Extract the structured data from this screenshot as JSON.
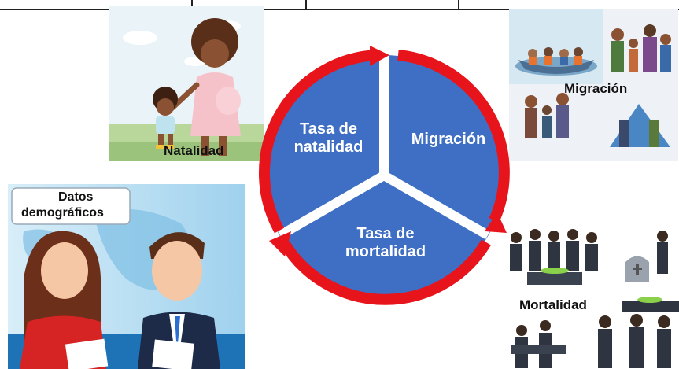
{
  "labels": {
    "natalidad": "Natalidad",
    "migracion": "Migración",
    "mortalidad": "Mortalidad",
    "datos_line1": "Datos",
    "datos_line2": "demográficos"
  },
  "cycle": {
    "segment_natalidad_line1": "Tasa de",
    "segment_natalidad_line2": "natalidad",
    "segment_migracion": "Migración",
    "segment_mortalidad_line1": "Tasa de",
    "segment_mortalidad_line2": "mortalidad"
  },
  "colors": {
    "segment_fill": "#3f6fc4",
    "arrow": "#e8141c",
    "divider": "#ffffff"
  }
}
